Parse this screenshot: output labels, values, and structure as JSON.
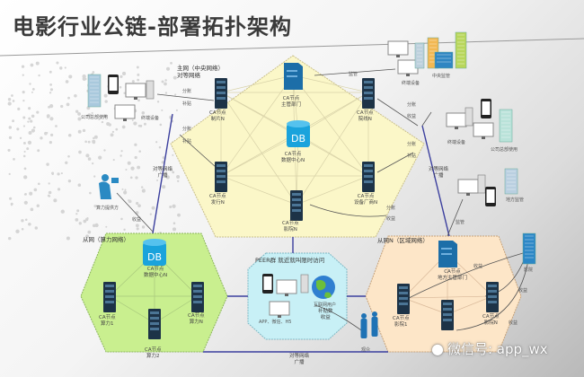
{
  "title": "电影行业公链-部署拓扑架构",
  "colors": {
    "main_net_fill": "#fbf7c8",
    "compute_net_fill": "#c9ef8f",
    "peer_net_fill": "#c8f0f6",
    "regional_net_fill": "#fde6c8",
    "link_blue": "#3b3f9e",
    "server_dark": "#1d3347",
    "db_blue": "#1aa3dc"
  },
  "main_network": {
    "label_line1": "主网（中央网络）",
    "label_line2": "对等网络",
    "nodes": [
      {
        "id": "regulator",
        "line1": "CA节点",
        "line2": "主管部门",
        "icon": "server-tower-icon"
      },
      {
        "id": "producer",
        "line1": "CA节点",
        "line2": "制片N",
        "icon": "server-rack-icon"
      },
      {
        "id": "cinema-chain",
        "line1": "CA节点",
        "line2": "院线N",
        "icon": "server-rack-icon"
      },
      {
        "id": "datacenter",
        "line1": "CA节点",
        "line2": "数据中心N",
        "icon": "database-icon"
      },
      {
        "id": "distributor",
        "line1": "CA节点",
        "line2": "发行N",
        "icon": "server-rack-icon"
      },
      {
        "id": "equipment",
        "line1": "CA节点",
        "line2": "设备厂商N",
        "icon": "server-rack-icon"
      },
      {
        "id": "cinema",
        "line1": "CA节点",
        "line2": "影院N",
        "icon": "server-rack-icon"
      }
    ]
  },
  "compute_network": {
    "label": "从网（算力网络）",
    "nodes": [
      {
        "id": "dc",
        "line1": "CA节点",
        "line2": "数据中心N",
        "icon": "database-icon"
      },
      {
        "id": "compute1",
        "line1": "CA节点",
        "line2": "算力1",
        "icon": "server-rack-icon"
      },
      {
        "id": "computeN",
        "line1": "CA节点",
        "line2": "算力N",
        "icon": "server-rack-icon"
      },
      {
        "id": "compute2",
        "line1": "CA节点",
        "line2": "算力2",
        "icon": "server-rack-icon"
      }
    ]
  },
  "peer_network": {
    "label": "PEER群 就近就叫限时访问",
    "devices_label": "APP、微信、H5",
    "internet_users_label": "互联网用户",
    "sync_label_line1": "补贴数",
    "sync_label_line2": "收益",
    "audience_label": "观众"
  },
  "regional_network": {
    "label": "从网N（区域网络）",
    "nodes": [
      {
        "id": "local-regulator",
        "line1": "CA节点",
        "line2": "地方主管部门",
        "icon": "server-tower-icon"
      },
      {
        "id": "cinema1",
        "line1": "CA节点",
        "line2": "影院1",
        "icon": "server-rack-icon"
      },
      {
        "id": "cinemaN",
        "line1": "CA节点",
        "line2": "影院N",
        "icon": "server-rack-icon"
      },
      {
        "id": "cinema2",
        "line1": "",
        "line2": "",
        "icon": "server-rack-icon"
      }
    ],
    "cinema_building_label": "影院"
  },
  "external": {
    "company_left": "公司总部使用",
    "terminal_left": "终端设备",
    "central_regulator": "中央监管",
    "terminal_top_right": "终端设备",
    "company_right": "公司总部使用",
    "terminal_right": "终端设备",
    "local_regulator": "地方监管",
    "compute_provider": "算力提供方",
    "supervise": "监管"
  },
  "edge_labels": {
    "split": "分账",
    "subsidy": "补贴",
    "revenue": "收益",
    "p2p_broadcast_line1": "对等网络",
    "p2p_broadcast_line2": "广播"
  },
  "watermark": "微信号: app_wx"
}
